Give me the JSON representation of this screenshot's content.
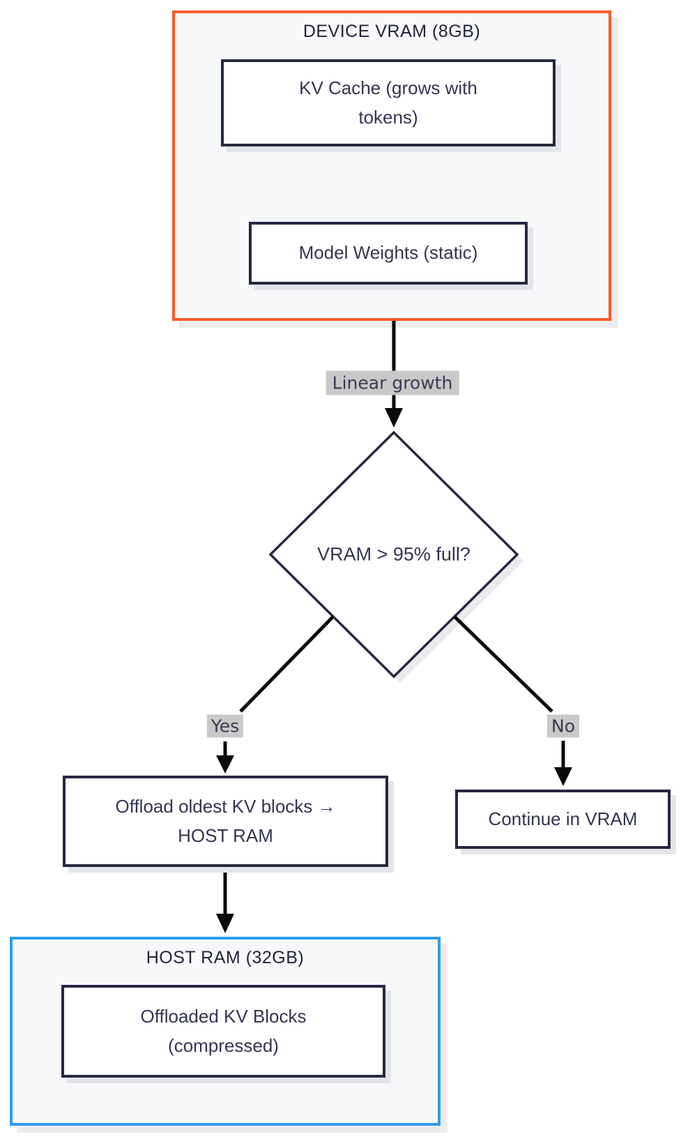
{
  "diagram": {
    "vram_container": {
      "title": "DEVICE VRAM (8GB)"
    },
    "host_container": {
      "title": "HOST RAM (32GB)"
    },
    "nodes": {
      "kv_cache": {
        "lines": [
          "KV Cache (grows with",
          "tokens)"
        ]
      },
      "model_weights": {
        "lines": [
          "Model Weights (static)"
        ]
      },
      "decision": {
        "label": "VRAM > 95% full?"
      },
      "offload": {
        "lines": [
          "Offload oldest KV blocks →",
          "HOST RAM"
        ]
      },
      "continue_vram": {
        "lines": [
          "Continue in VRAM"
        ]
      },
      "offloaded_blocks": {
        "lines": [
          "Offloaded KV Blocks",
          "(compressed)"
        ]
      }
    },
    "edge_labels": {
      "linear_growth": "Linear growth",
      "yes": "Yes",
      "no": "No"
    },
    "colors": {
      "vram_border": "#f95d26",
      "host_border": "#2e9bf0",
      "node_border": "#272840",
      "container_bg": "#f7f8fa",
      "label_bg": "#c9c9c9",
      "connector": "#0a0a0a",
      "text": "#343552"
    }
  }
}
